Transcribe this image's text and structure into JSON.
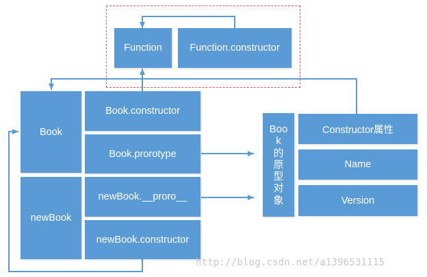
{
  "boxes": {
    "function": "Function",
    "function_constructor": "Function.constructor",
    "book": "Book",
    "book_constructor": "Book.constructor",
    "book_prototype": "Book.prorotype",
    "newbook": "newBook",
    "newbook_proto": "newBook.__proro__",
    "newbook_constructor": "newBook.constructor",
    "prototype_object_lines": [
      "Boo",
      "k",
      "的",
      "原",
      "型",
      "对",
      "象"
    ],
    "constructor_attr": "Constructor属性",
    "name": "Name",
    "version": "Version"
  },
  "watermark": "http://blog.csdn.net/a1396531115",
  "colors": {
    "box_fill": "#5b9bd5",
    "box_text": "#ffffff",
    "dashed_border": "#e0575b",
    "connector": "#5b9bd5",
    "watermark": "#c9c9c9"
  }
}
